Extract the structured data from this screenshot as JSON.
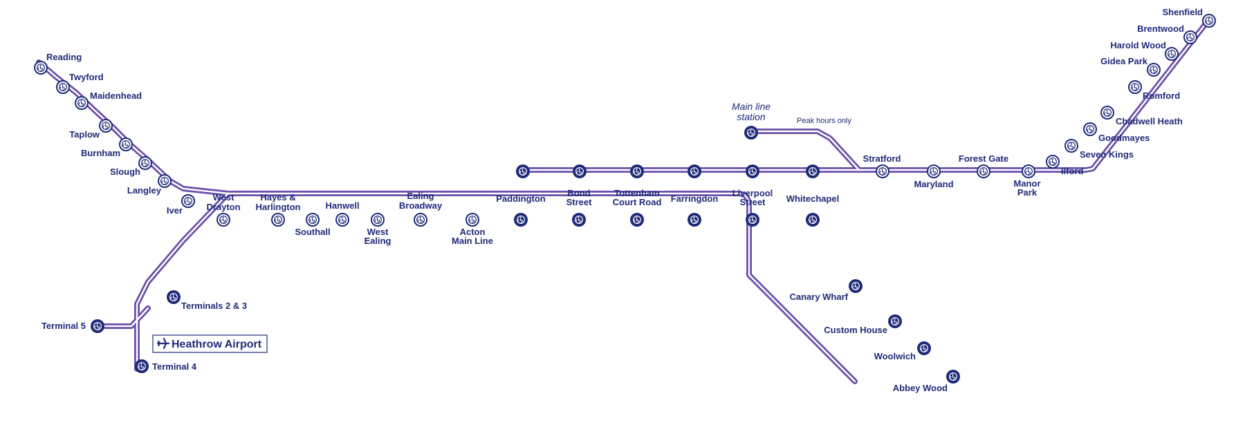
{
  "colors": {
    "line": "#6a4fa8",
    "line_center": "#ffffff",
    "station_ring": "#1e2a78",
    "text": "#1e2a78",
    "background": "#ffffff"
  },
  "stations": {
    "reading": "Reading",
    "twyford": "Twyford",
    "maidenhead": "Maidenhead",
    "taplow": "Taplow",
    "burnham": "Burnham",
    "slough": "Slough",
    "langley": "Langley",
    "iver": "Iver",
    "west_drayton": [
      "West",
      "Drayton"
    ],
    "hayes": [
      "Hayes &",
      "Harlington"
    ],
    "southall": "Southall",
    "hanwell": "Hanwell",
    "west_ealing": [
      "West",
      "Ealing"
    ],
    "ealing_broadway": [
      "Ealing",
      "Broadway"
    ],
    "acton": [
      "Acton",
      "Main Line"
    ],
    "paddington": "Paddington",
    "bond_street": [
      "Bond",
      "Street"
    ],
    "tcr": [
      "Tottenham",
      "Court Road"
    ],
    "farringdon": "Farringdon",
    "liverpool_street": [
      "Liverpool",
      "Street"
    ],
    "whitechapel": "Whitechapel",
    "canary_wharf": "Canary Wharf",
    "custom_house": "Custom House",
    "woolwich": "Woolwich",
    "abbey_wood": "Abbey Wood",
    "stratford": "Stratford",
    "maryland": "Maryland",
    "forest_gate": "Forest Gate",
    "manor_park": [
      "Manor",
      "Park"
    ],
    "ilford": "Ilford",
    "seven_kings": "Seven Kings",
    "goodmayes": "Goodmayes",
    "chadwell_heath": "Chadwell Heath",
    "romford": "Romford",
    "gidea_park": "Gidea Park",
    "harold_wood": "Harold Wood",
    "brentwood": "Brentwood",
    "shenfield": "Shenfield",
    "terminals_2_3": "Terminals 2 & 3",
    "terminal_5": "Terminal 5",
    "terminal_4": "Terminal 4"
  },
  "legend": {
    "main_line_station": [
      "Main line",
      "station"
    ],
    "peak_hours_only": "Peak hours only"
  },
  "airport": {
    "label": "Heathrow Airport",
    "icon": "airplane-icon"
  },
  "icons": {
    "station": "wheelchair-accessible-icon"
  }
}
